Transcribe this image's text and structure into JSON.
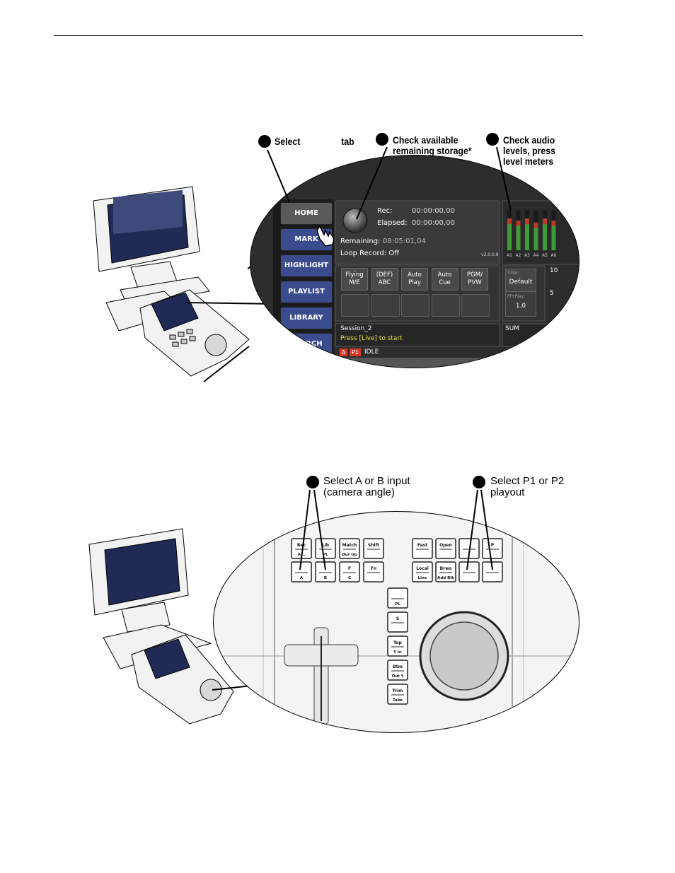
{
  "callouts_top": {
    "select_tab": {
      "pre": "Select",
      "post": "tab"
    },
    "check_storage": [
      "Check available",
      "remaining storage*"
    ],
    "check_audio": [
      "Check audio",
      "levels, press",
      "level meters"
    ]
  },
  "screen": {
    "tabs": [
      "HOME",
      "MARK",
      "HIGHLIGHT",
      "PLAYLIST",
      "LIBRARY",
      "SEARCH"
    ],
    "rec_label": "Rec:",
    "rec_value": "00:00:00,00",
    "elapsed_label": "Elapsed:",
    "elapsed_value": "00:00:00,00",
    "remaining_label": "Remaining:",
    "remaining_value": "08:05:01,04",
    "loop_record": "Loop Record: Off",
    "version": "v2.0.0.8",
    "buttons": [
      [
        "Flying",
        "M/E"
      ],
      [
        "(DEF)",
        "ABC"
      ],
      [
        "Auto",
        "Play"
      ],
      [
        "Auto",
        "Cue"
      ],
      [
        "PGM/",
        "PVW"
      ]
    ],
    "tbar_label": "T-bar:",
    "tbar_value": "Default",
    "ffplay_label": "Ff+Play:",
    "ffplay_value": "1.0",
    "meter_channels": [
      "A1",
      "A2",
      "A3",
      "A4",
      "A5",
      "A6"
    ],
    "meter_levels": [
      0.8,
      0.75,
      0.8,
      0.7,
      0.8,
      0.75
    ],
    "right_partial": [
      "10",
      "5"
    ],
    "session": "Session_2",
    "prompt": "Press [Live] to start",
    "status_a": "A",
    "status_p1": "P1",
    "status_text": "IDLE",
    "summary_partial": "SUM"
  },
  "callouts_bottom": {
    "select_input": [
      "Select A or B input",
      "(camera angle)"
    ],
    "select_playout": [
      "Select P1 or P2",
      "playout"
    ]
  },
  "panel": {
    "row1": [
      [
        "Rec",
        "A..."
      ],
      [
        "Lib",
        "PL"
      ],
      [
        "Match",
        "Dur Up"
      ],
      [
        "Shift",
        ""
      ]
    ],
    "row2": [
      [
        "",
        "A"
      ],
      [
        "",
        "B"
      ],
      [
        "F",
        "C"
      ],
      [
        "Fn",
        ""
      ]
    ],
    "row1_right": [
      [
        "Fast",
        ""
      ],
      [
        "Open",
        ""
      ],
      [
        "",
        ""
      ],
      [
        "P",
        ""
      ]
    ],
    "row2_right": [
      [
        "Local",
        "Live"
      ],
      [
        "Brws",
        "Add Blk"
      ],
      [
        "",
        ""
      ],
      [
        "",
        ""
      ]
    ],
    "column": [
      [
        "",
        "PL"
      ],
      [
        "S",
        ""
      ],
      [
        "Top",
        "¶ In"
      ],
      [
        "Btm",
        "Out ¶"
      ],
      [
        "Trim",
        "Take"
      ]
    ]
  }
}
